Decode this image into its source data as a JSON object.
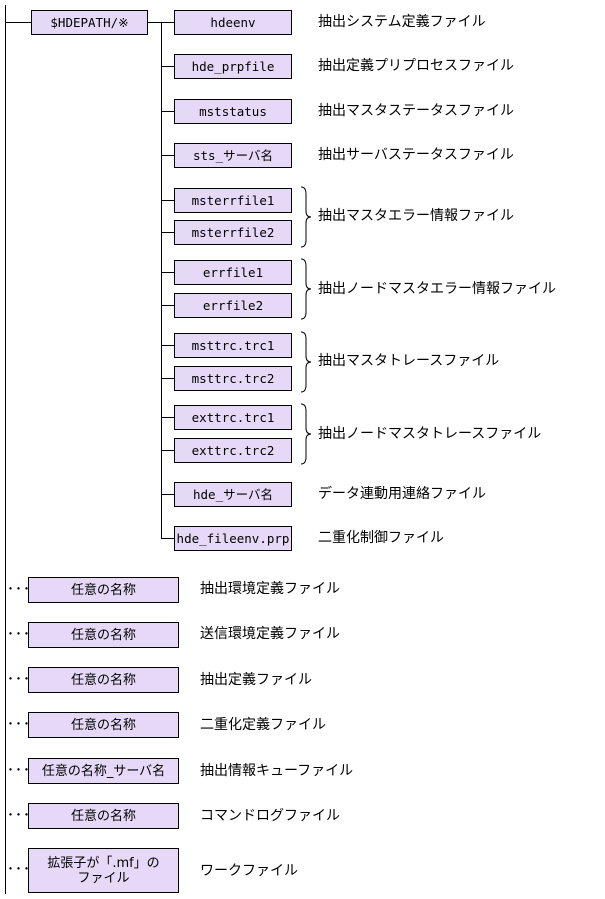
{
  "root": {
    "label": "$HDEPATH/※"
  },
  "files": [
    {
      "name": "hdeenv",
      "desc": "抽出システム定義ファイル"
    },
    {
      "name": "hde_prpfile",
      "desc": "抽出定義プリプロセスファイル"
    },
    {
      "name": "mststatus",
      "desc": "抽出マスタステータスファイル"
    },
    {
      "name": "sts_サーバ名",
      "desc": "抽出サーバステータスファイル"
    },
    {
      "name": "msterrfile1"
    },
    {
      "name": "msterrfile2"
    },
    {
      "name": "errfile1"
    },
    {
      "name": "errfile2"
    },
    {
      "name": "msttrc.trc1"
    },
    {
      "name": "msttrc.trc2"
    },
    {
      "name": "exttrc.trc1"
    },
    {
      "name": "exttrc.trc2"
    },
    {
      "name": "hde_サーバ名",
      "desc": "データ連動用連絡ファイル"
    },
    {
      "name": "hde_fileenv.prp",
      "desc": "二重化制御ファイル"
    }
  ],
  "groups": [
    {
      "desc": "抽出マスタエラー情報ファイル"
    },
    {
      "desc": "抽出ノードマスタエラー情報ファイル"
    },
    {
      "desc": "抽出マスタトレースファイル"
    },
    {
      "desc": "抽出ノードマスタトレースファイル"
    }
  ],
  "others": [
    {
      "name": "任意の名称",
      "desc": "抽出環境定義ファイル"
    },
    {
      "name": "任意の名称",
      "desc": "送信環境定義ファイル"
    },
    {
      "name": "任意の名称",
      "desc": "抽出定義ファイル"
    },
    {
      "name": "任意の名称",
      "desc": "二重化定義ファイル"
    },
    {
      "name": "任意の名称_サーバ名",
      "desc": "抽出情報キューファイル"
    },
    {
      "name": "任意の名称",
      "desc": "コマンドログファイル"
    },
    {
      "name": "拡張子が「.mf」の\nファイル",
      "desc": "ワークファイル"
    }
  ],
  "ellipsis": "･･･",
  "colors": {
    "box_fill": "#e6d9f7",
    "line": "#000000"
  }
}
